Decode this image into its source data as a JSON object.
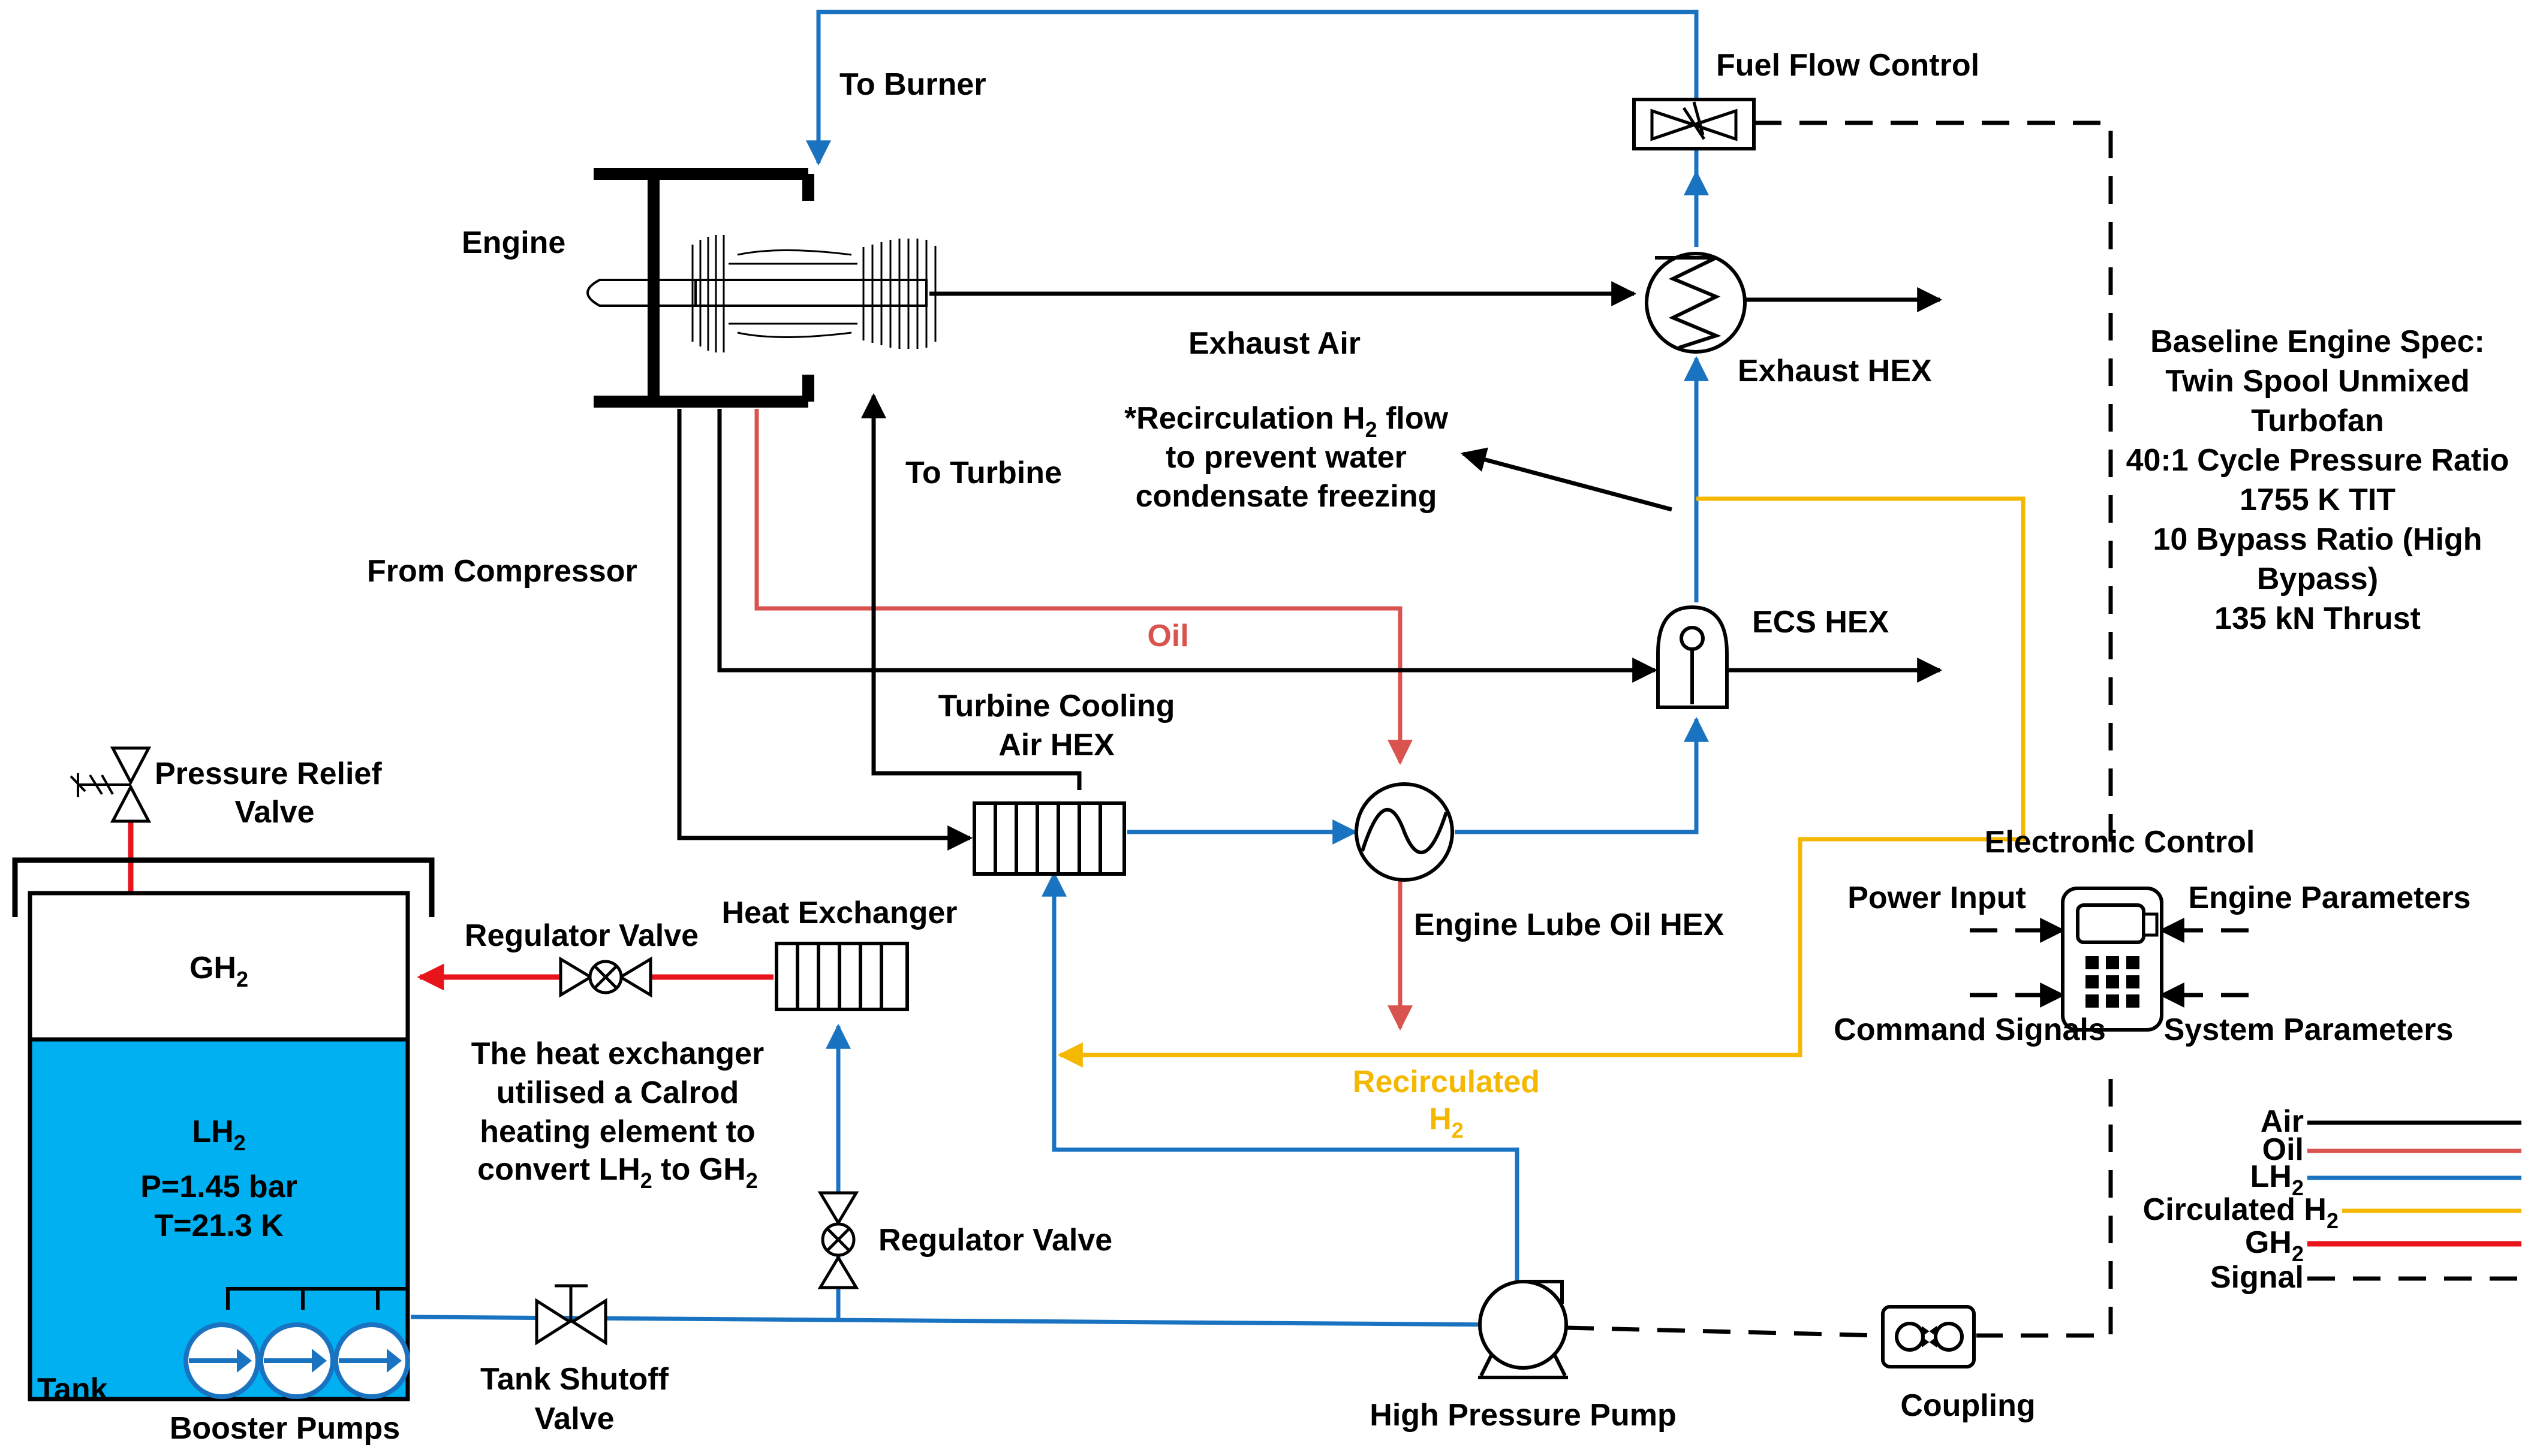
{
  "labels": {
    "to_burner": "To Burner",
    "fuel_flow_control": "Fuel Flow Control",
    "engine": "Engine",
    "exhaust_air": "Exhaust Air",
    "exhaust_hex": "Exhaust HEX",
    "recirc_note_line1_prefix": "*Recirculation H",
    "recirc_note_line1_sub": "2",
    "recirc_note_line1_suffix": " flow",
    "recirc_note_line2": "to prevent water",
    "recirc_note_line3": "condensate freezing",
    "to_turbine": "To Turbine",
    "from_compressor": "From Compressor",
    "oil": "Oil",
    "ecs_hex": "ECS HEX",
    "turbine_cooling_line1": "Turbine Cooling",
    "turbine_cooling_line2": "Air HEX",
    "engine_lube_oil_hex": "Engine Lube Oil HEX",
    "recirculated_line1": "Recirculated",
    "recirculated_line2": "H",
    "recirculated_line2_sub": "2",
    "pressure_relief_line1": "Pressure Relief",
    "pressure_relief_line2": "Valve",
    "regulator_valve_top": "Regulator Valve",
    "heat_exchanger": "Heat Exchanger",
    "heater_note_line1": "The heat exchanger",
    "heater_note_line2": "utilised a Calrod",
    "heater_note_line3": "heating element to",
    "heater_note_line4_a": "convert LH",
    "heater_note_line4_sub1": "2",
    "heater_note_line4_b": " to GH",
    "heater_note_line4_sub2": "2",
    "regulator_valve_bottom": "Regulator Valve",
    "tank_shutoff_line1": "Tank Shutoff",
    "tank_shutoff_line2": "Valve",
    "high_pressure_pump": "High Pressure Pump",
    "coupling": "Coupling",
    "booster_pumps": "Booster Pumps",
    "tank": "Tank",
    "electronic_control": "Electronic Control",
    "power_input": "Power Input",
    "engine_parameters": "Engine Parameters",
    "command_signals": "Command Signals",
    "system_parameters": "System Parameters"
  },
  "tank": {
    "gh2_label": "GH",
    "gh2_sub": "2",
    "lh2_label": "LH",
    "lh2_sub": "2",
    "pressure": "P=1.45 bar",
    "temperature": "T=21.3 K",
    "liquid_color": "#00b0f0"
  },
  "engine_spec": {
    "title": "Baseline Engine Spec:",
    "lines": [
      "Twin Spool Unmixed",
      "Turbofan",
      "40:1 Cycle Pressure Ratio",
      "1755 K TIT",
      "10 Bypass Ratio (High",
      "Bypass)",
      "135 kN Thrust"
    ]
  },
  "legend": {
    "items": [
      {
        "label": "Air",
        "sub": "",
        "suffix": "",
        "color": "#000000",
        "dashed": false
      },
      {
        "label": "Oil",
        "sub": "",
        "suffix": "",
        "color": "#d9534f",
        "dashed": false
      },
      {
        "label": "LH",
        "sub": "2",
        "suffix": "",
        "color": "#1a73c1",
        "dashed": false
      },
      {
        "label": "Circulated H",
        "sub": "2",
        "suffix": "",
        "color": "#f5b800",
        "dashed": false
      },
      {
        "label": "GH",
        "sub": "2",
        "suffix": "",
        "color": "#e8141c",
        "dashed": false
      },
      {
        "label": "Signal",
        "sub": "",
        "suffix": "",
        "color": "#000000",
        "dashed": true
      }
    ]
  },
  "colors": {
    "air": "#000000",
    "oil": "#d9534f",
    "lh2": "#1a73c1",
    "recirculated_h2": "#f5b800",
    "gh2": "#e8141c"
  }
}
